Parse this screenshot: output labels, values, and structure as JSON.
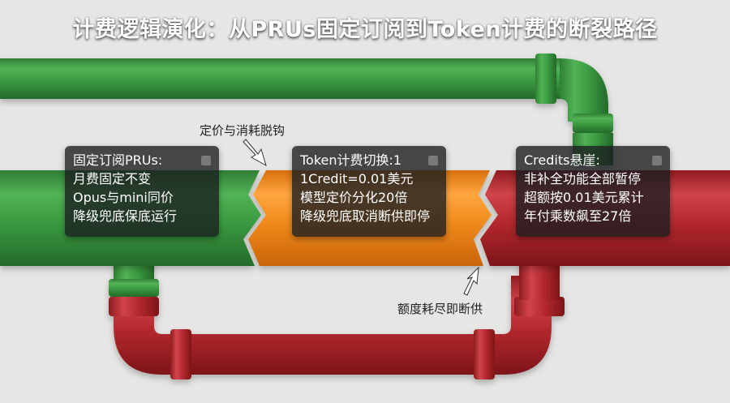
{
  "title": "计费逻辑演化：从PRUs固定订阅到Token计费的断裂路径",
  "callouts": {
    "top": "定价与消耗脱钩",
    "bottom": "额度耗尽即断供"
  },
  "panels": [
    {
      "heading": "固定订阅PRUs:",
      "lines": [
        "月费固定不变",
        "Opus与mini同价",
        "降级兜底保底运行"
      ]
    },
    {
      "heading": "Token计费切换:1",
      "lines": [
        "1Credit=0.01美元",
        "模型定价分化20倍",
        "降级兜底取消断供即停"
      ]
    },
    {
      "heading": "Credits悬崖:",
      "lines": [
        "非补全功能全部暂停",
        "超额按0.01美元累计",
        "年付乘数飙至27倍"
      ]
    }
  ],
  "colors": {
    "green": "#3a9a40",
    "orange": "#f08a1c",
    "red": "#b3282d"
  }
}
